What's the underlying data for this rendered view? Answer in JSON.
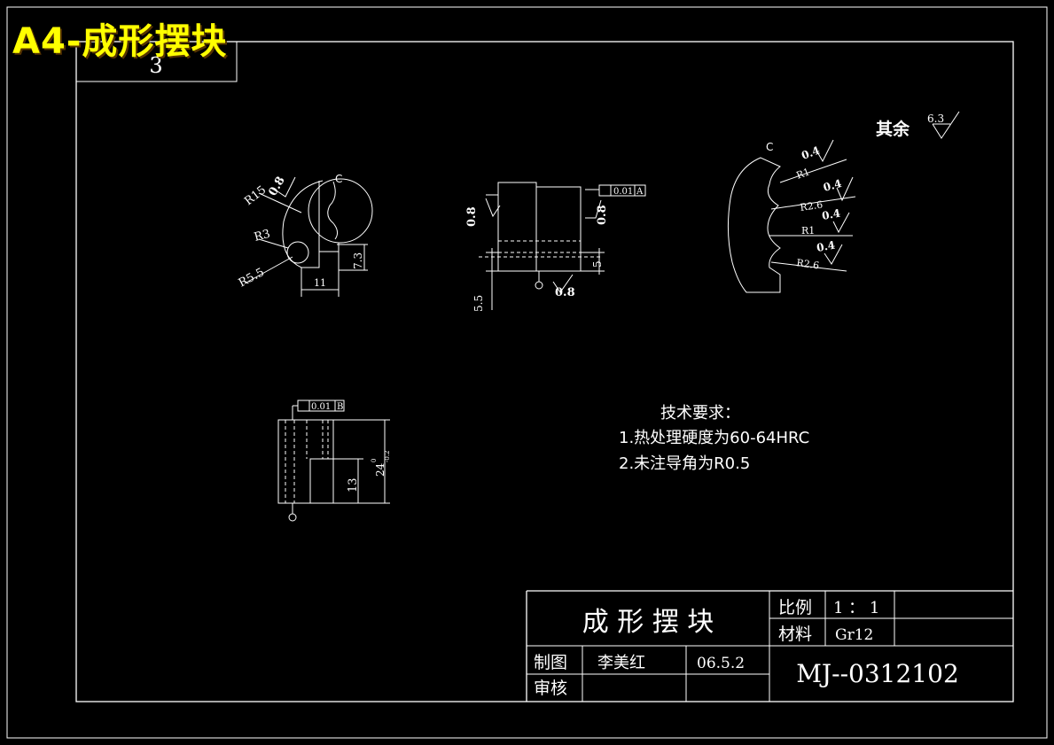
{
  "overlay_title": "A4-成形摆块",
  "sheet_number": "3",
  "roughness_other_label": "其余",
  "roughness_other_value": "6.3",
  "view1": {
    "r15": "R15",
    "r3": "R3",
    "r55": "R5.5",
    "c": "C",
    "ra": "0.8",
    "dim_11": "11",
    "dim_73": "7.3"
  },
  "view2": {
    "ra_left": "0.8",
    "ra_right": "0.8",
    "ra_bottom": "0.8",
    "tol": "0.01",
    "datum": "A",
    "dim_5": "5",
    "dim_55": "5.5"
  },
  "view3": {
    "c": "C",
    "r1a": "R1",
    "r26a": "R2.6",
    "r1b": "R1",
    "r26b": "R2.6",
    "ra1": "0.4",
    "ra2": "0.4",
    "ra3": "0.4",
    "ra4": "0.4"
  },
  "view4": {
    "tol": "0.01",
    "datum": "B",
    "dim_13": "13",
    "dim_24": "24",
    "tol_up": "0",
    "tol_low": "-0.2"
  },
  "tech": {
    "heading": "技术要求：",
    "line1": "1.热处理硬度为60-64HRC",
    "line2": "2.未注导角为R0.5"
  },
  "title_block": {
    "part_name": "成 形 摆 块",
    "scale_label": "比例",
    "scale_value": "1 ： 1",
    "material_label": "材料",
    "material_value": "Gr12",
    "drawn_label": "制图",
    "drawn_name": "李美红",
    "drawn_date": "06.5.2",
    "check_label": "审核",
    "drawing_no": "MJ--0312102"
  }
}
